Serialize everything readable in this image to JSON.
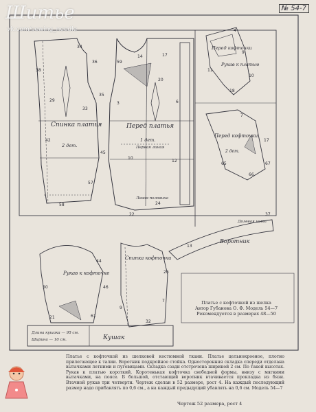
{
  "watermark": {
    "brand": "Шитье",
    "url": "vk.com/sewing_needle"
  },
  "page_number": "№ 54-7",
  "pieces": {
    "back_dress": "Спинка платья",
    "back_dress_count": "2 дет.",
    "front_dress": "Перед платья",
    "front_dress_count": "1 дет.",
    "front_fold": "Первая линия",
    "left_half": "Левая половина",
    "front_jacket_small": "Перед кофточки",
    "sleeve_top": "Рукав к платью",
    "front_jacket": "Перед кофточки",
    "front_jacket_count": "2 дет.",
    "grain_line": "Долевая нить",
    "collar": "Воротник",
    "back_jacket": "Спинка кофточки",
    "sleeve_jacket": "Рукав к кофточке",
    "belt_length": "Длина кушака — 95 см.",
    "belt_width": "Ширина — 10 см.",
    "belt": "Кушак"
  },
  "caption": {
    "line1": "Платье с кофточкой из шелка",
    "line2": "Автор Губанова О. Ф.    Модель 54—7",
    "line3": "Рекомендуется в размерах 48—50"
  },
  "description": "Платье с кофточкой из шелковой костюмной ткани. Платье цельнокроеное, плотно прилегающее к талии. Воротник подкройное стойка. Односторонняя складка спереди отделана вытачками летними и пуговицами. Складка сзади отстрочена шириной 2 см. По такой высотах. Рукав к платью короткий. Коротенькая кофточка свободной формы, внизу с мягкими вытачками, на поясе. Б большой, отстающий воротник втачивается прокладка из бязи. Втачной рукав три четверти. Чертеж сделан в 52 размере, рост 4. На каждый последующий размер надо прибавлять по 0,6 см., а на каждый предыдущий убавлять на 0,6 см.",
  "description_model": "Модель 54—7",
  "footer": "Чертеж 52 размера, рост 4",
  "numbers": [
    "34",
    "36",
    "35",
    "38",
    "29",
    "33",
    "42",
    "45",
    "57",
    "58",
    "59",
    "14",
    "17",
    "20",
    "6",
    "3",
    "10",
    "12",
    "24",
    "22",
    "4",
    "9",
    "10",
    "18",
    "11",
    "7",
    "17",
    "67",
    "66",
    "65",
    "13",
    "37",
    "26",
    "7",
    "9",
    "32",
    "44",
    "46",
    "50",
    "21",
    "61"
  ]
}
